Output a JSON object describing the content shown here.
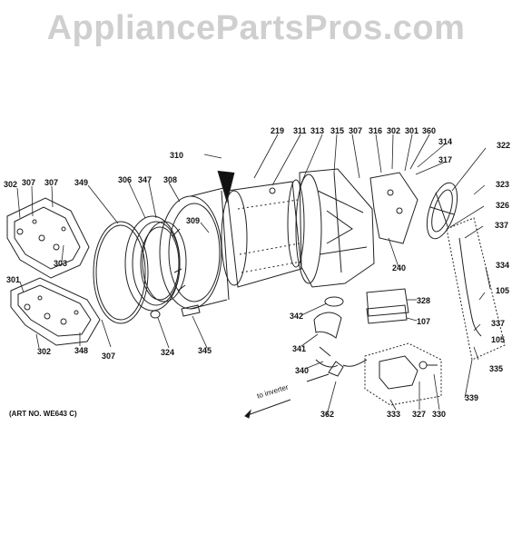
{
  "watermark": "AppliancePartsPros.com",
  "art_number": "(ART NO. WE643 C)",
  "inverter_note": "to inverter",
  "part_labels": [
    "302",
    "307",
    "307",
    "349",
    "306",
    "347",
    "308",
    "310",
    "219",
    "311",
    "313",
    "315",
    "307",
    "316",
    "302",
    "301",
    "360",
    "314",
    "317",
    "322",
    "323",
    "326",
    "337",
    "334",
    "105",
    "337",
    "105",
    "335",
    "339",
    "309",
    "303",
    "301",
    "302",
    "348",
    "307",
    "324",
    "345",
    "342",
    "341",
    "340",
    "328",
    "107",
    "240",
    "333",
    "327",
    "330",
    "362"
  ]
}
